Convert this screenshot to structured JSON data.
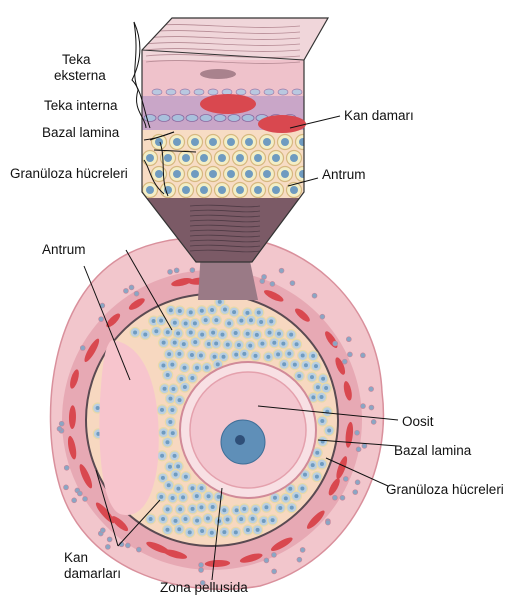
{
  "diagram": {
    "colors": {
      "tissue": "#f2c6cc",
      "tissue_dark": "#d9909c",
      "blood_vessel": "#d9484f",
      "granulosa_cell": "#b9cfe2",
      "granulosa_nucleus": "#6f9bc0",
      "granulosa_rim": "#e8d9a8",
      "antrum": "#f7c5cd",
      "oocyte": "#f3c6cf",
      "oocyte_nucleus": "#5f8fb8",
      "zona": "#f8e0e4"
    },
    "labels": {
      "teka_eksterna_line1": "Teka",
      "teka_eksterna_line2": "eksterna",
      "teka_interna": "Teka interna",
      "bazal_lamina_top": "Bazal lamina",
      "granuloza_top": "Granüloza hücreleri",
      "kan_damari": "Kan damarı",
      "antrum_top": "Antrum",
      "antrum_left": "Antrum",
      "oosit": "Oosit",
      "bazal_lamina_right": "Bazal lamina",
      "granuloza_right": "Granüloza hücreleri",
      "kan_damarlari_line1": "Kan",
      "kan_damarlari_line2": "damarları",
      "zona_pellusida": "Zona pellusida"
    }
  }
}
